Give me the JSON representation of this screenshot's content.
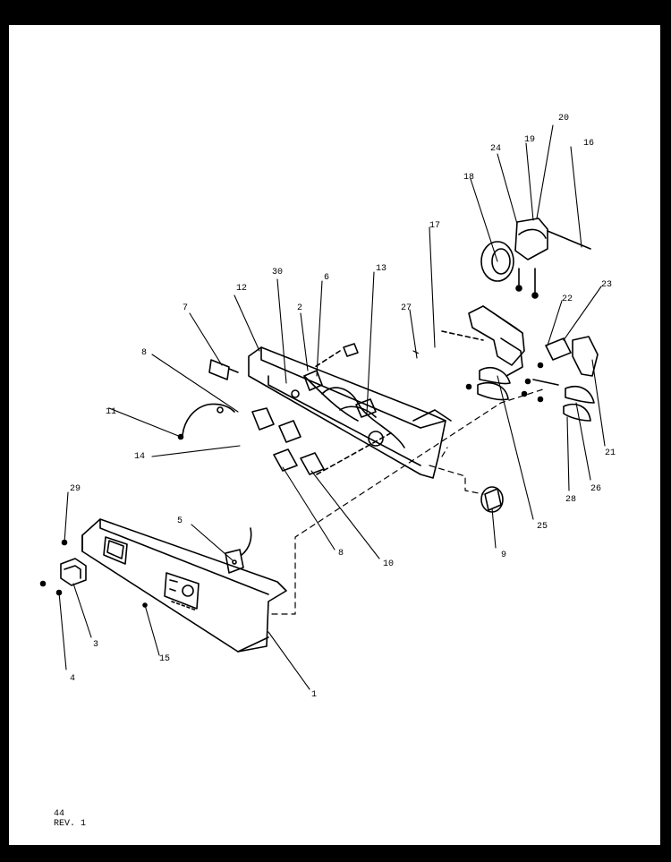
{
  "diagram": {
    "callouts": [
      "1",
      "2",
      "3",
      "4",
      "5",
      "6",
      "7",
      "8",
      "8",
      "9",
      "10",
      "11",
      "12",
      "13",
      "14",
      "15",
      "16",
      "17",
      "18",
      "19",
      "20",
      "21",
      "22",
      "23",
      "24",
      "25",
      "26",
      "27",
      "28",
      "29",
      "30"
    ]
  },
  "footer": {
    "page_number": "44",
    "revision": "REV. 1"
  },
  "colors": {
    "ink": "#000000",
    "paper": "#ffffff",
    "border": "#000000"
  }
}
